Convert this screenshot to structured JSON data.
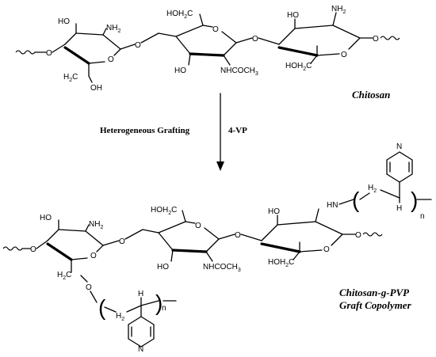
{
  "labels": {
    "chitosan": "Chitosan",
    "product_line1": "Chitosan-g-PVP",
    "product_line2": "Graft Copolymer",
    "step": "Heterogeneous Grafting",
    "reagent": "4-VP"
  },
  "atoms": {
    "nh2": "NH",
    "nh2_sub": "2",
    "ho": "HO",
    "o": "O",
    "oh": "OH",
    "h2c": "H",
    "h2c_sub": "2",
    "h2c_c": "C",
    "hoh2c_ho": "HOH",
    "hoh2c_sub": "2",
    "hoh2c_c": "C",
    "nhcoch3": "NHCOCH",
    "nhcoch3_sub": "3",
    "hn": "HN",
    "n": "N",
    "h": "H",
    "n_repeat": "n"
  }
}
